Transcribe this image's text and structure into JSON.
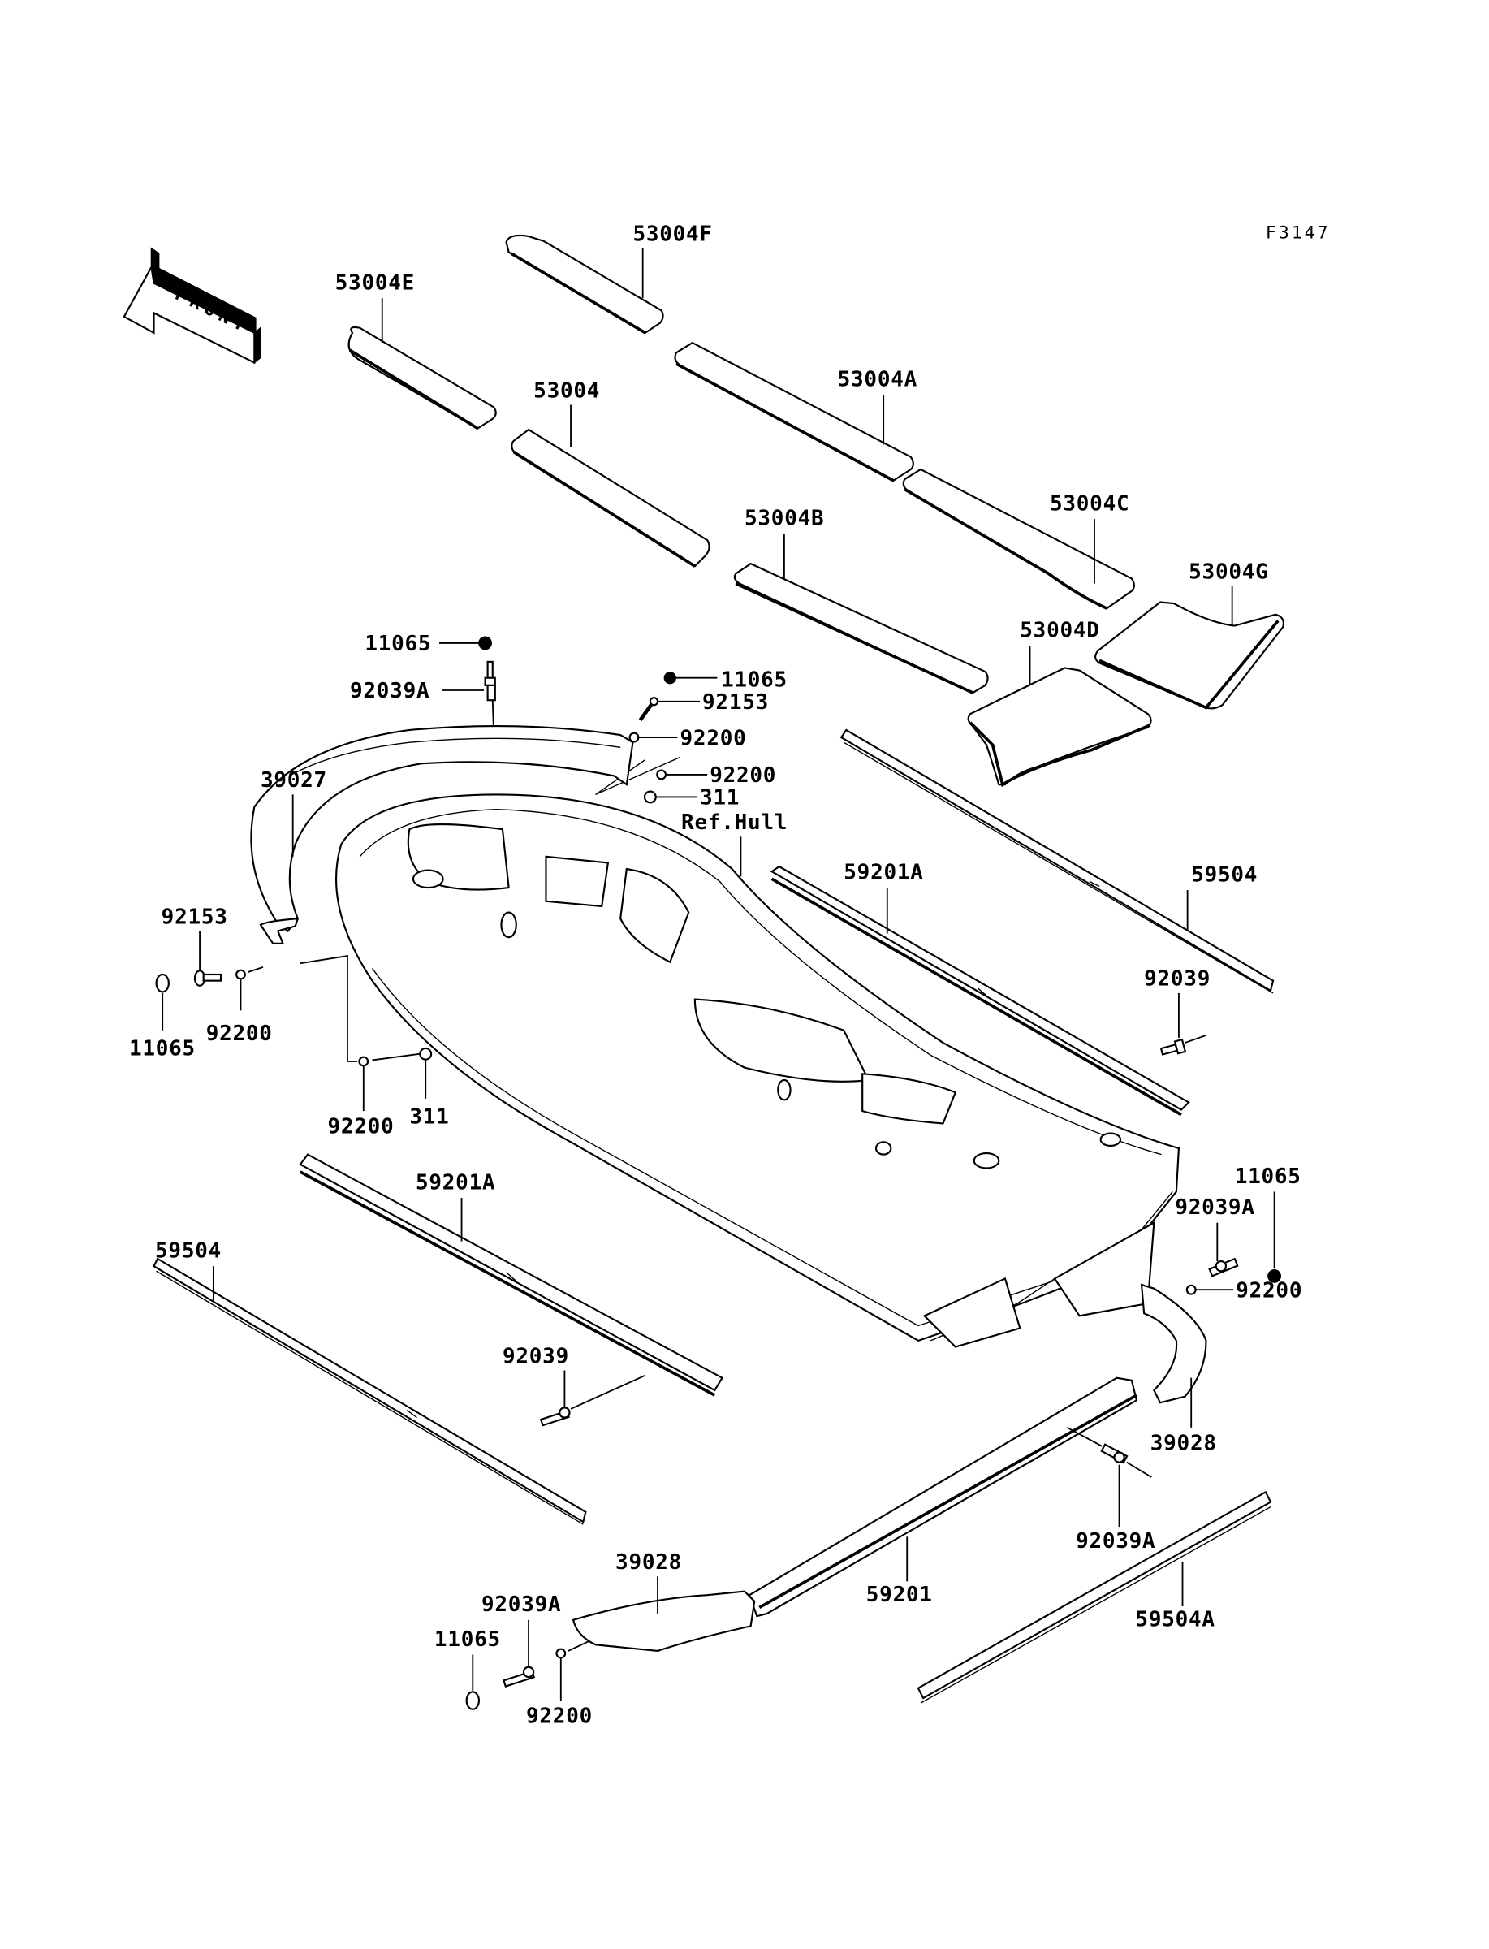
{
  "diagram": {
    "figure_code": "F3147",
    "front_indicator": "FRONT",
    "labels": {
      "mat_53004E": "53004E",
      "mat_53004F": "53004F",
      "mat_53004": "53004",
      "mat_53004A": "53004A",
      "mat_53004B": "53004B",
      "mat_53004C": "53004C",
      "mat_53004D": "53004D",
      "mat_53004G": "53004G",
      "cap_top": "11065",
      "rivet_top": "92039A",
      "cap_top2": "11065",
      "screw_top": "92153",
      "washer_top1": "92200",
      "washer_top2": "92200",
      "nut_top": "311",
      "ref_hull": "Ref.Hull",
      "bumper_front": "39027",
      "screw_left": "92153",
      "cap_left": "11065",
      "washer_left": "92200",
      "washer_left2": "92200",
      "nut_left": "311",
      "rail_upper_right": "59201A",
      "strip_upper_right": "59504",
      "rivet_upper_right": "92039",
      "cap_right": "11065",
      "rivet_right": "92039A",
      "washer_right": "92200",
      "bumper_rear_right": "39028",
      "rivet_lower_right": "92039A",
      "strip_lower_right": "59504A",
      "rail_lower_center": "59201",
      "rail_left": "59201A",
      "strip_left": "59504",
      "rivet_left": "92039",
      "bumper_rear_left": "39028",
      "rivet_bottom": "92039A",
      "cap_bottom": "11065",
      "washer_bottom": "92200"
    }
  }
}
